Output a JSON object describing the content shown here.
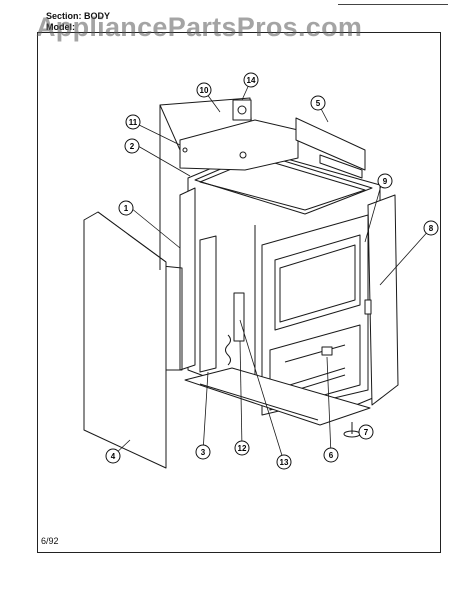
{
  "header": {
    "section_label": "Section:",
    "section_value": "BODY",
    "model_label": "Model:"
  },
  "watermark": "AppliancePartsPros.com",
  "footer": {
    "date": "6/92"
  },
  "callouts": [
    "1",
    "2",
    "3",
    "4",
    "5",
    "6",
    "7",
    "8",
    "9",
    "10",
    "11",
    "12",
    "13",
    "14"
  ]
}
